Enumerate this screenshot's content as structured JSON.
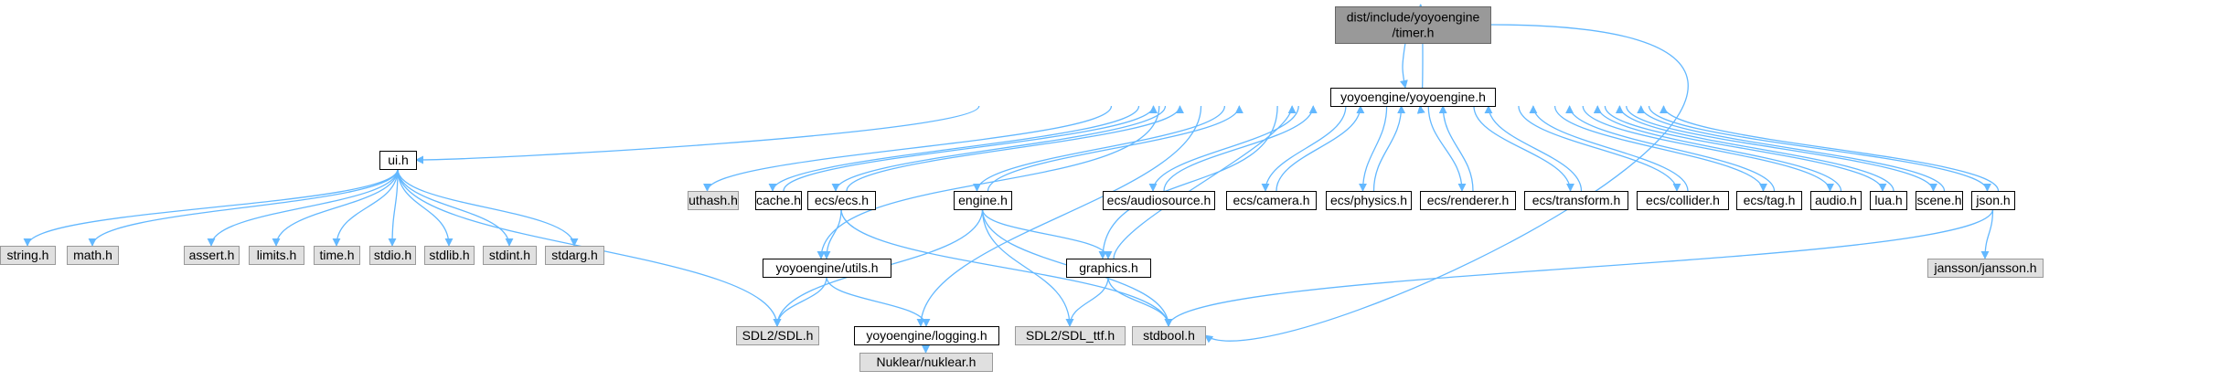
{
  "colors": {
    "edge": "#63b8ff",
    "focus_fill": "#999999",
    "focus_stroke": "#666666",
    "normal_fill": "#ffffff",
    "normal_stroke": "#000000",
    "ext_fill": "#e0e0e0",
    "ext_stroke": "#999999"
  },
  "nodes": [
    {
      "id": "timer",
      "kind": "focus",
      "lines": [
        "dist/include/yoyoengine",
        "/timer.h"
      ]
    },
    {
      "id": "yoyoengine",
      "kind": "normal",
      "lines": [
        "yoyoengine/yoyoengine.h"
      ]
    },
    {
      "id": "ui",
      "kind": "normal",
      "lines": [
        "ui.h"
      ]
    },
    {
      "id": "uthash",
      "kind": "ext",
      "lines": [
        "uthash.h"
      ]
    },
    {
      "id": "cache",
      "kind": "normal",
      "lines": [
        "cache.h"
      ]
    },
    {
      "id": "ecs",
      "kind": "normal",
      "lines": [
        "ecs/ecs.h"
      ]
    },
    {
      "id": "engine",
      "kind": "normal",
      "lines": [
        "engine.h"
      ]
    },
    {
      "id": "audiosource",
      "kind": "normal",
      "lines": [
        "ecs/audiosource.h"
      ]
    },
    {
      "id": "camera",
      "kind": "normal",
      "lines": [
        "ecs/camera.h"
      ]
    },
    {
      "id": "physics",
      "kind": "normal",
      "lines": [
        "ecs/physics.h"
      ]
    },
    {
      "id": "renderer",
      "kind": "normal",
      "lines": [
        "ecs/renderer.h"
      ]
    },
    {
      "id": "transform",
      "kind": "normal",
      "lines": [
        "ecs/transform.h"
      ]
    },
    {
      "id": "collider",
      "kind": "normal",
      "lines": [
        "ecs/collider.h"
      ]
    },
    {
      "id": "tag",
      "kind": "normal",
      "lines": [
        "ecs/tag.h"
      ]
    },
    {
      "id": "audio",
      "kind": "normal",
      "lines": [
        "audio.h"
      ]
    },
    {
      "id": "lua",
      "kind": "normal",
      "lines": [
        "lua.h"
      ]
    },
    {
      "id": "scene",
      "kind": "normal",
      "lines": [
        "scene.h"
      ]
    },
    {
      "id": "json",
      "kind": "normal",
      "lines": [
        "json.h"
      ]
    },
    {
      "id": "string",
      "kind": "ext",
      "lines": [
        "string.h"
      ]
    },
    {
      "id": "math",
      "kind": "ext",
      "lines": [
        "math.h"
      ]
    },
    {
      "id": "assert",
      "kind": "ext",
      "lines": [
        "assert.h"
      ]
    },
    {
      "id": "limits",
      "kind": "ext",
      "lines": [
        "limits.h"
      ]
    },
    {
      "id": "time",
      "kind": "ext",
      "lines": [
        "time.h"
      ]
    },
    {
      "id": "stdio",
      "kind": "ext",
      "lines": [
        "stdio.h"
      ]
    },
    {
      "id": "stdlib",
      "kind": "ext",
      "lines": [
        "stdlib.h"
      ]
    },
    {
      "id": "stdint",
      "kind": "ext",
      "lines": [
        "stdint.h"
      ]
    },
    {
      "id": "stdarg",
      "kind": "ext",
      "lines": [
        "stdarg.h"
      ]
    },
    {
      "id": "utils",
      "kind": "normal",
      "lines": [
        "yoyoengine/utils.h"
      ]
    },
    {
      "id": "graphics",
      "kind": "normal",
      "lines": [
        "graphics.h"
      ]
    },
    {
      "id": "jansson",
      "kind": "ext",
      "lines": [
        "jansson/jansson.h"
      ]
    },
    {
      "id": "sdl",
      "kind": "ext",
      "lines": [
        "SDL2/SDL.h"
      ]
    },
    {
      "id": "logging",
      "kind": "normal",
      "lines": [
        "yoyoengine/logging.h"
      ]
    },
    {
      "id": "sdlttf",
      "kind": "ext",
      "lines": [
        "SDL2/SDL_ttf.h"
      ]
    },
    {
      "id": "stdbool",
      "kind": "ext",
      "lines": [
        "stdbool.h"
      ]
    },
    {
      "id": "nuklear",
      "kind": "ext",
      "lines": [
        "Nuklear/nuklear.h"
      ]
    }
  ],
  "edges": [
    {
      "from": "timer",
      "to": "yoyoengine"
    },
    {
      "from": "timer",
      "to": "stdbool"
    },
    {
      "from": "yoyoengine",
      "to": "timer"
    },
    {
      "from": "yoyoengine",
      "to": "ui"
    },
    {
      "from": "yoyoengine",
      "to": "uthash"
    },
    {
      "from": "yoyoengine",
      "to": "cache"
    },
    {
      "from": "yoyoengine",
      "to": "ecs"
    },
    {
      "from": "yoyoengine",
      "to": "engine"
    },
    {
      "from": "yoyoengine",
      "to": "audiosource"
    },
    {
      "from": "yoyoengine",
      "to": "camera"
    },
    {
      "from": "yoyoengine",
      "to": "physics"
    },
    {
      "from": "yoyoengine",
      "to": "renderer"
    },
    {
      "from": "yoyoengine",
      "to": "transform"
    },
    {
      "from": "yoyoengine",
      "to": "collider"
    },
    {
      "from": "yoyoengine",
      "to": "tag"
    },
    {
      "from": "yoyoengine",
      "to": "audio"
    },
    {
      "from": "yoyoengine",
      "to": "lua"
    },
    {
      "from": "yoyoengine",
      "to": "scene"
    },
    {
      "from": "yoyoengine",
      "to": "json"
    },
    {
      "from": "yoyoengine",
      "to": "utils"
    },
    {
      "from": "yoyoengine",
      "to": "logging"
    },
    {
      "from": "yoyoengine",
      "to": "graphics"
    },
    {
      "from": "cache",
      "to": "yoyoengine"
    },
    {
      "from": "ecs",
      "to": "yoyoengine"
    },
    {
      "from": "engine",
      "to": "yoyoengine"
    },
    {
      "from": "audiosource",
      "to": "yoyoengine"
    },
    {
      "from": "camera",
      "to": "yoyoengine"
    },
    {
      "from": "physics",
      "to": "yoyoengine"
    },
    {
      "from": "renderer",
      "to": "yoyoengine"
    },
    {
      "from": "transform",
      "to": "yoyoengine"
    },
    {
      "from": "collider",
      "to": "yoyoengine"
    },
    {
      "from": "tag",
      "to": "yoyoengine"
    },
    {
      "from": "audio",
      "to": "yoyoengine"
    },
    {
      "from": "lua",
      "to": "yoyoengine"
    },
    {
      "from": "scene",
      "to": "yoyoengine"
    },
    {
      "from": "json",
      "to": "yoyoengine"
    },
    {
      "from": "graphics",
      "to": "yoyoengine"
    },
    {
      "from": "ui",
      "to": "string"
    },
    {
      "from": "ui",
      "to": "math"
    },
    {
      "from": "ui",
      "to": "assert"
    },
    {
      "from": "ui",
      "to": "limits"
    },
    {
      "from": "ui",
      "to": "time"
    },
    {
      "from": "ui",
      "to": "stdio"
    },
    {
      "from": "ui",
      "to": "stdlib"
    },
    {
      "from": "ui",
      "to": "stdint"
    },
    {
      "from": "ui",
      "to": "stdarg"
    },
    {
      "from": "ui",
      "to": "sdl"
    },
    {
      "from": "ecs",
      "to": "utils"
    },
    {
      "from": "ecs",
      "to": "stdbool"
    },
    {
      "from": "engine",
      "to": "graphics"
    },
    {
      "from": "engine",
      "to": "sdl"
    },
    {
      "from": "engine",
      "to": "sdlttf"
    },
    {
      "from": "engine",
      "to": "stdbool"
    },
    {
      "from": "utils",
      "to": "sdl"
    },
    {
      "from": "utils",
      "to": "logging"
    },
    {
      "from": "graphics",
      "to": "sdlttf"
    },
    {
      "from": "graphics",
      "to": "stdbool"
    },
    {
      "from": "json",
      "to": "jansson"
    },
    {
      "from": "json",
      "to": "stdbool"
    },
    {
      "from": "logging",
      "to": "nuklear"
    }
  ]
}
